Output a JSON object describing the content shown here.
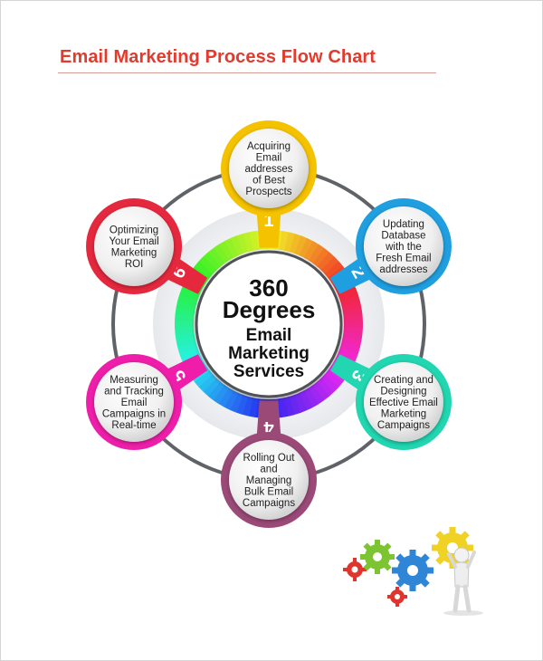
{
  "title": "Email Marketing Process Flow Chart",
  "center": {
    "line1": "360",
    "line2": "Degrees",
    "line3": "Email",
    "line4": "Marketing",
    "line5": "Services"
  },
  "steps": [
    {
      "number": "1",
      "color": "#f5c200",
      "lines": [
        "Acquiring",
        "Email",
        "addresses",
        "of Best",
        "Prospects"
      ]
    },
    {
      "number": "2",
      "color": "#1f9fe0",
      "lines": [
        "Updating",
        "Database",
        "with the",
        "Fresh Email",
        "addresses"
      ]
    },
    {
      "number": "3",
      "color": "#21d6b0",
      "lines": [
        "Creating and",
        "Designing",
        "Effective Email",
        "Marketing",
        "Campaigns"
      ]
    },
    {
      "number": "4",
      "color": "#9b4a78",
      "lines": [
        "Rolling Out",
        "and",
        "Managing",
        "Bulk Email",
        "Campaigns"
      ]
    },
    {
      "number": "5",
      "color": "#ef1eaa",
      "lines": [
        "Measuring",
        "and Tracking",
        "Email",
        "Campaigns in",
        "Real-time"
      ]
    },
    {
      "number": "6",
      "color": "#e6283e",
      "lines": [
        "Optimizing",
        "Your Email",
        "Marketing",
        "ROI"
      ]
    }
  ]
}
